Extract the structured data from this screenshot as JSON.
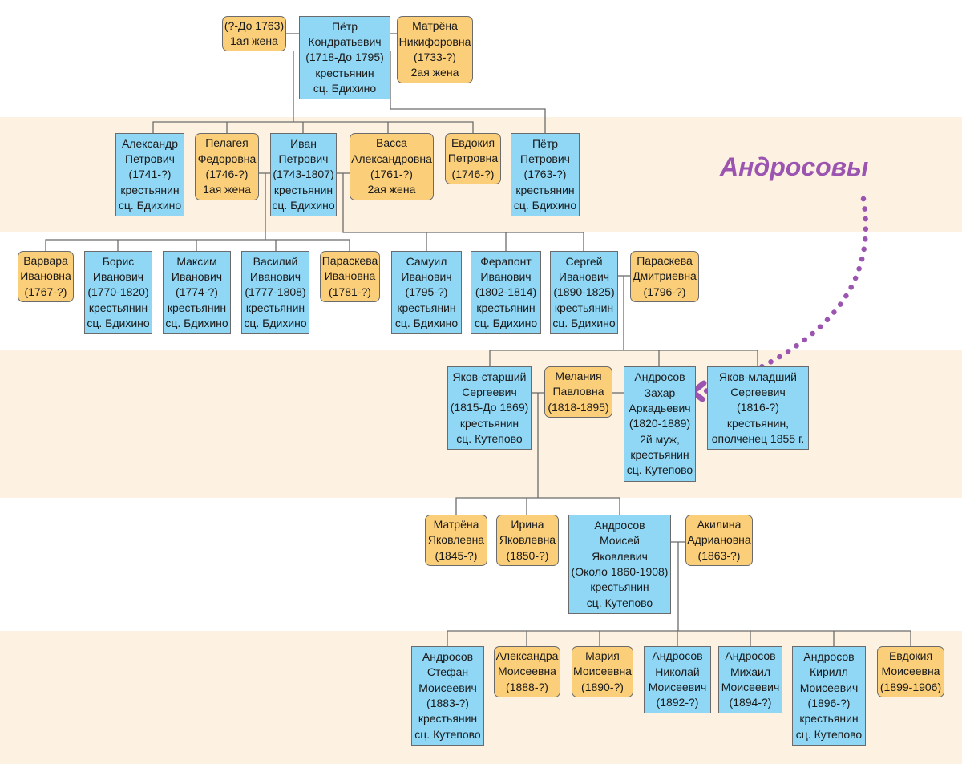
{
  "title": "Андросовы",
  "colors": {
    "male": "#8fd7f5",
    "female": "#fbcf79",
    "band": "#fdf2e2",
    "arrow": "#9b55b0",
    "line": "#6b6b6b"
  },
  "people": {
    "wife1": [
      "(?-До 1763)",
      "1ая жена"
    ],
    "petr_k": [
      "Пётр",
      "Кондратьевич",
      "(1718-До 1795)",
      "крестьянин",
      "сц. Бдихино"
    ],
    "matrena_n": [
      "Матрёна",
      "Никифоровна",
      "(1733-?)",
      "2ая жена"
    ],
    "aleksandr": [
      "Александр",
      "Петрович",
      "(1741-?)",
      "крестьянин",
      "сц. Бдихино"
    ],
    "pelageya": [
      "Пелагея",
      "Федоровна",
      "(1746-?)",
      "1ая жена"
    ],
    "ivan": [
      "Иван",
      "Петрович",
      "(1743-1807)",
      "крестьянин",
      "сц. Бдихино"
    ],
    "vassa": [
      "Васса",
      "Александровна",
      "(1761-?)",
      "2ая жена"
    ],
    "evdokiya_p": [
      "Евдокия",
      "Петровна",
      "(1746-?)"
    ],
    "petr_p": [
      "Пётр",
      "Петрович",
      "(1763-?)",
      "крестьянин",
      "сц. Бдихино"
    ],
    "varvara": [
      "Варвара",
      "Ивановна",
      "(1767-?)"
    ],
    "boris": [
      "Борис",
      "Иванович",
      "(1770-1820)",
      "крестьянин",
      "сц. Бдихино"
    ],
    "maksim": [
      "Максим",
      "Иванович",
      "(1774-?)",
      "крестьянин",
      "сц. Бдихино"
    ],
    "vasiliy": [
      "Василий",
      "Иванович",
      "(1777-1808)",
      "крестьянин",
      "сц. Бдихино"
    ],
    "paraskeva_i": [
      "Параскева",
      "Ивановна",
      "(1781-?)"
    ],
    "samuil": [
      "Самуил",
      "Иванович",
      "(1795-?)",
      "крестьянин",
      "сц. Бдихино"
    ],
    "ferapont": [
      "Ферапонт",
      "Иванович",
      "(1802-1814)",
      "крестьянин",
      "сц. Бдихино"
    ],
    "sergey": [
      "Сергей",
      "Иванович",
      "(1890-1825)",
      "крестьянин",
      "сц. Бдихино"
    ],
    "paraskeva_d": [
      "Параскева",
      "Дмитриевна",
      "(1796-?)"
    ],
    "yakov_st": [
      "Яков-старший",
      "Сергеевич",
      "(1815-До 1869)",
      "крестьянин",
      "сц. Кутепово"
    ],
    "melaniya": [
      "Мелания",
      "Павловна",
      "(1818-1895)"
    ],
    "zakhar": [
      "Андросов",
      "Захар",
      "Аркадьевич",
      "(1820-1889)",
      "2й муж,",
      "крестьянин",
      "сц. Кутепово"
    ],
    "yakov_ml": [
      "Яков-младший",
      "Сергеевич",
      "(1816-?)",
      "крестьянин,",
      "ополченец 1855 г."
    ],
    "matrena_ya": [
      "Матрёна",
      "Яковлевна",
      "(1845-?)"
    ],
    "irina": [
      "Ирина",
      "Яковлевна",
      "(1850-?)"
    ],
    "moisey": [
      "Андросов",
      "Моисей",
      "Яковлевич",
      "(Около 1860-1908)",
      "крестьянин",
      "сц. Кутепово"
    ],
    "akilina": [
      "Акилина",
      "Адриановна",
      "(1863-?)"
    ],
    "stefan": [
      "Андросов",
      "Стефан",
      "Моисеевич",
      "(1883-?)",
      "крестьянин",
      "сц. Кутепово"
    ],
    "aleksandra": [
      "Александра",
      "Моисеевна",
      "(1888-?)"
    ],
    "mariya": [
      "Мария",
      "Моисеевна",
      "(1890-?)"
    ],
    "nikolay": [
      "Андросов",
      "Николай",
      "Моисеевич",
      "(1892-?)"
    ],
    "mikhail": [
      "Андросов",
      "Михаил",
      "Моисеевич",
      "(1894-?)"
    ],
    "kirill": [
      "Андросов",
      "Кирилл",
      "Моисеевич",
      "(1896-?)",
      "крестьянин",
      "сц. Кутепово"
    ],
    "evdokiya_m": [
      "Евдокия",
      "Моисеевна",
      "(1899-1906)"
    ]
  }
}
